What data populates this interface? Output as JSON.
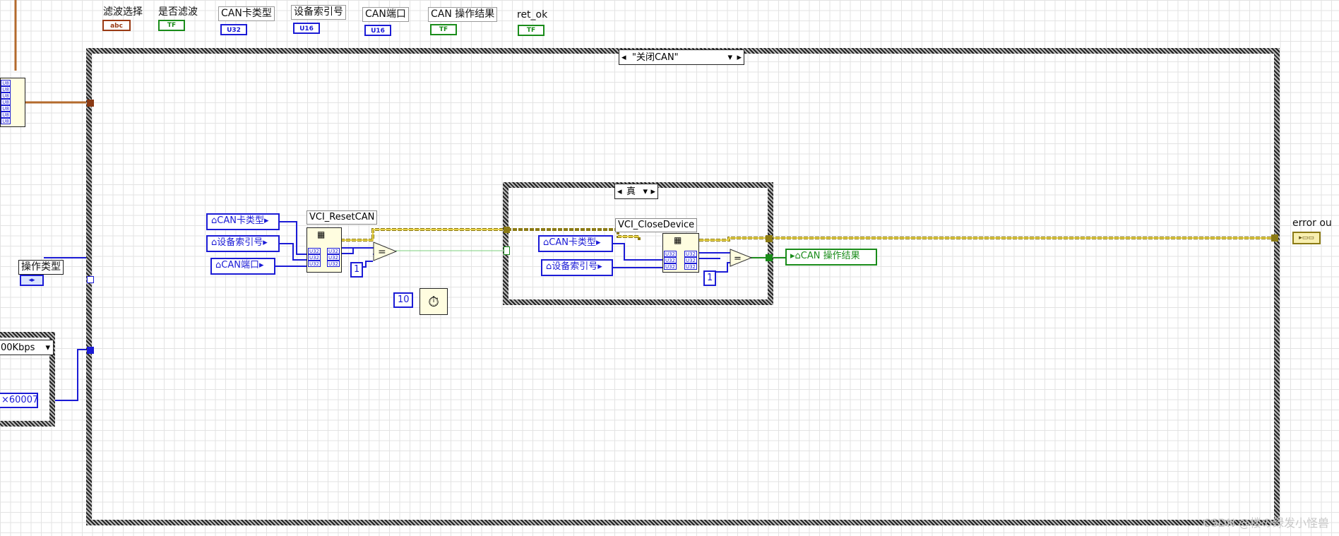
{
  "top_controls": {
    "filter_select": {
      "label": "滤波选择",
      "term": "abc"
    },
    "enable_filter": {
      "label": "是否滤波",
      "term": "TF"
    },
    "can_card_type": {
      "label": "CAN卡类型",
      "term": "U32"
    },
    "device_index": {
      "label": "设备索引号",
      "term": "U16"
    },
    "can_port": {
      "label": "CAN端口",
      "term": "U16"
    },
    "can_result": {
      "label": "CAN 操作结果",
      "term": "TF"
    },
    "ret_ok": {
      "label": "ret_ok",
      "term": "TF"
    }
  },
  "left": {
    "op_type_label": "操作类型",
    "baud_selector": "00Kbps",
    "hex_const": "×60007"
  },
  "case_structure": {
    "selector": "\"关闭CAN\""
  },
  "inner_case": {
    "selector": "真"
  },
  "locals": {
    "can_card_type": "CAN卡类型",
    "device_index": "设备索引号",
    "can_port": "CAN端口",
    "can_card_type2": "CAN卡类型",
    "device_index2": "设备索引号",
    "can_result": "CAN 操作结果"
  },
  "nodes": {
    "reset_can": "VCI_ResetCAN",
    "close_device": "VCI_CloseDevice"
  },
  "constants": {
    "one_a": "1",
    "one_b": "1",
    "wait_ms": "10"
  },
  "error_out": {
    "label": "error ou"
  },
  "watermark": "CSDN @楼の绿发小怪兽",
  "colors": {
    "int_wire": "#1b1bd6",
    "bool_wire": "#1a8c1a",
    "error_wire": "#8b7a14"
  }
}
